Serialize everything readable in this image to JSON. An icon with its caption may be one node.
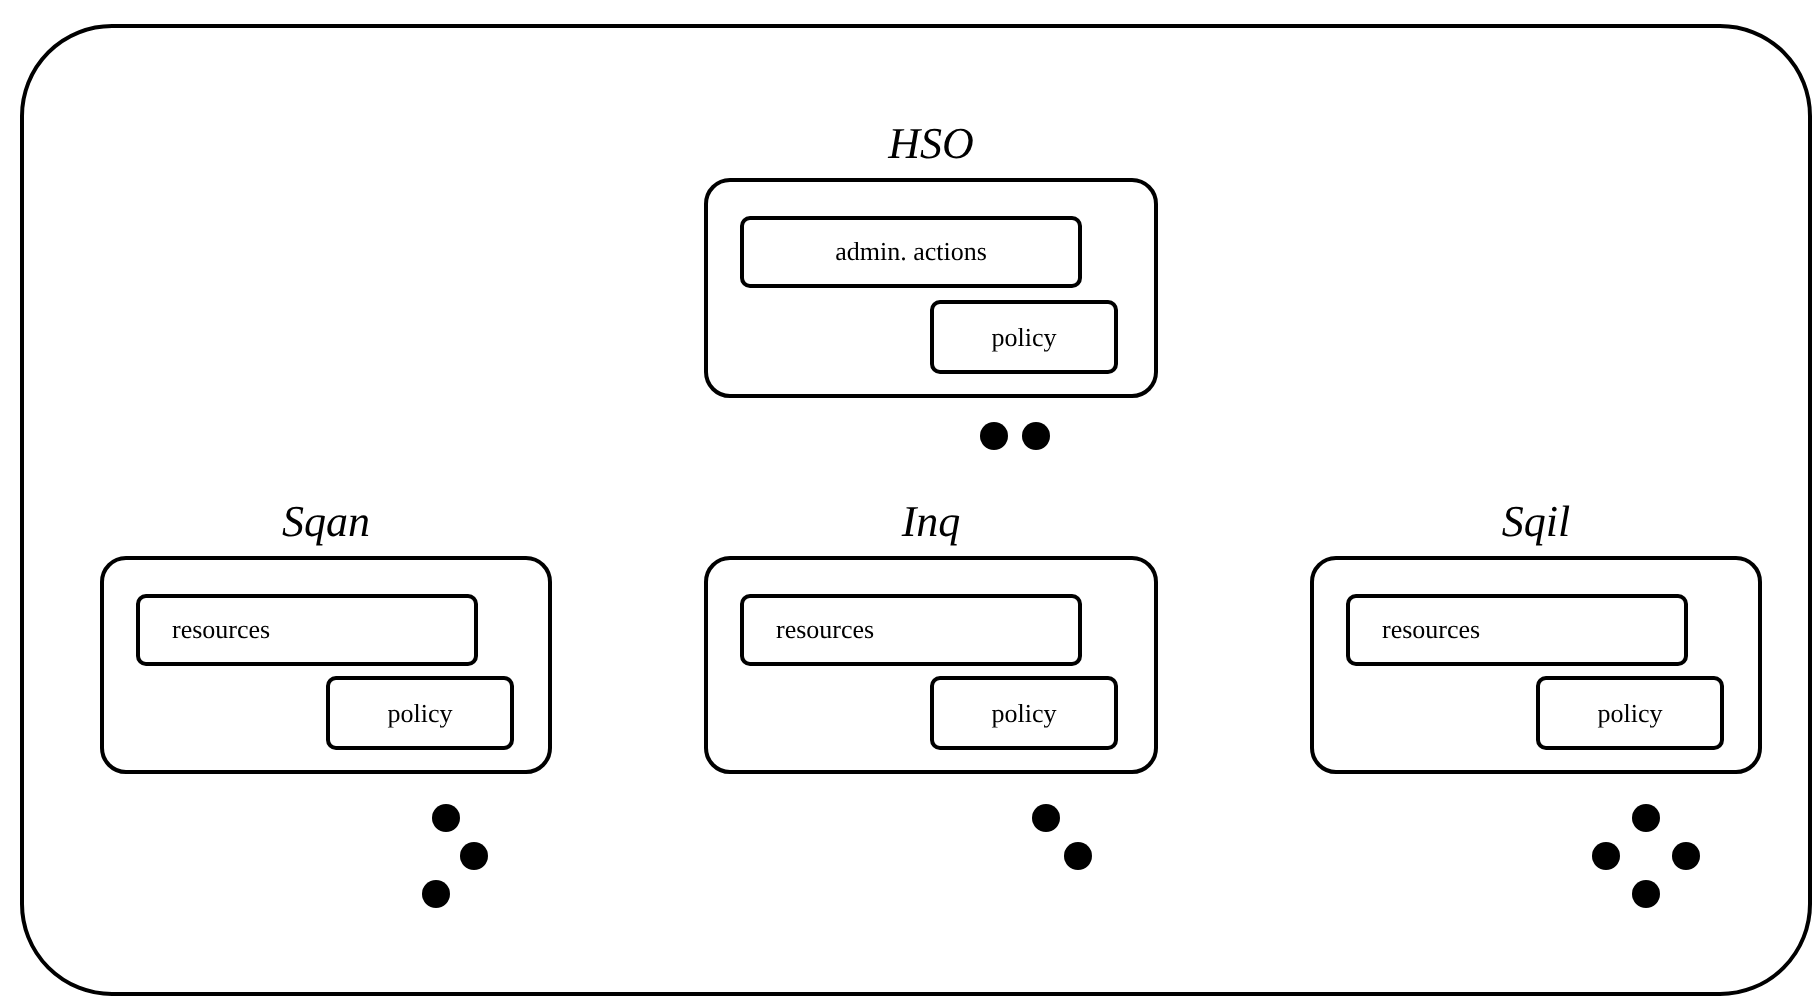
{
  "diagram": {
    "nodes": [
      {
        "text": [],
        "shape": "box"
      },
      {
        "text": [
          "HSO"
        ],
        "in": 0
      },
      {
        "text": [
          "admin. actions"
        ],
        "in": 1
      },
      {
        "text": [
          "policy"
        ],
        "in": 1
      },
      {
        "text": [
          "Sqan"
        ],
        "in": 0
      },
      {
        "text": [
          "resources"
        ],
        "in": 4
      },
      {
        "text": [
          "policy"
        ],
        "in": 4
      },
      {
        "text": [
          "Inq"
        ],
        "in": 0
      },
      {
        "text": [
          "resources"
        ],
        "in": 7
      },
      {
        "text": [
          "policy"
        ],
        "in": 7
      },
      {
        "text": [
          "Sqil"
        ],
        "in": 0
      },
      {
        "text": [
          "resources"
        ],
        "in": 10
      },
      {
        "text": [
          "policy"
        ],
        "in": 10
      }
    ]
  }
}
